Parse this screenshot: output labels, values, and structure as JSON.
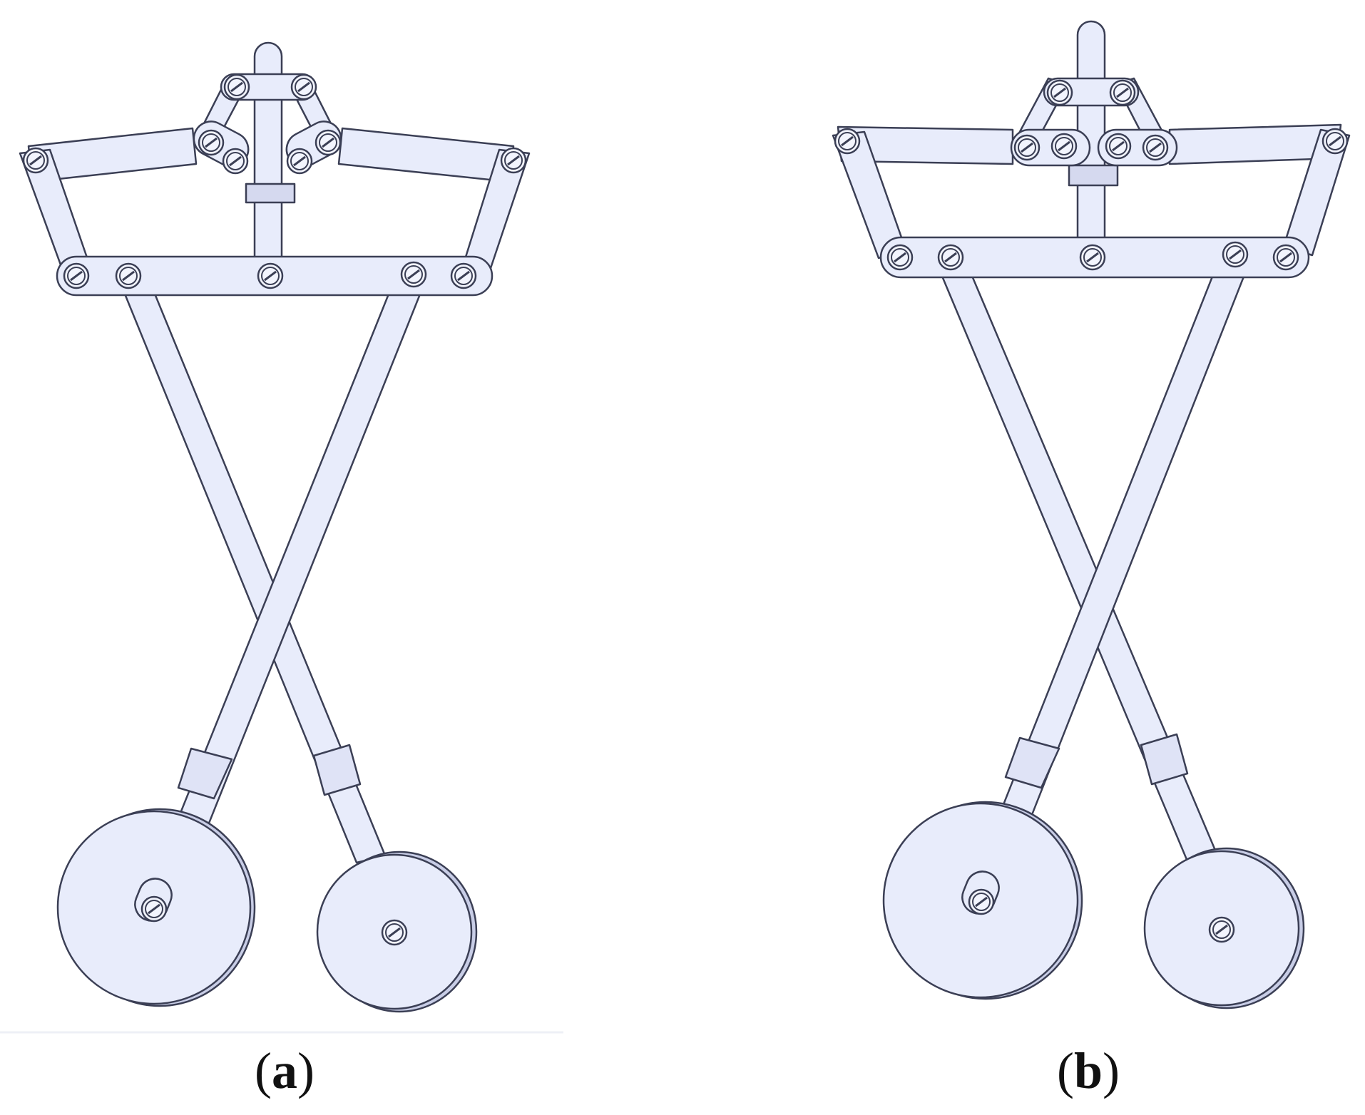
{
  "panels": [
    {
      "id": "a",
      "label": "a"
    },
    {
      "id": "b",
      "label": "b"
    }
  ],
  "colors": {
    "part_fill": "#e8ecfb",
    "part_stroke": "#3b3f55",
    "part_shade": "#c8cde6",
    "background": "#ffffff"
  },
  "icons": {
    "pin": "slotted-screw-icon",
    "wheel": "wheel-icon"
  }
}
